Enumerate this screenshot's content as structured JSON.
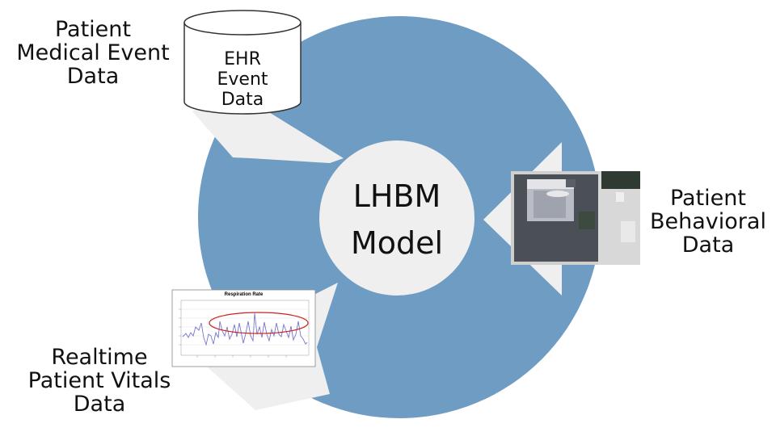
{
  "center": {
    "lines": [
      "LHBM",
      "Model"
    ]
  },
  "inputs": {
    "medical_event": {
      "lines": [
        "Patient",
        "Medical Event",
        "Data"
      ]
    },
    "ehr_database": {
      "lines": [
        "EHR",
        "Event",
        "Data"
      ]
    },
    "behavioral": {
      "lines": [
        "Patient",
        "Behavioral",
        "Data"
      ]
    },
    "vitals": {
      "lines": [
        "Realtime",
        "Patient Vitals",
        "Data"
      ]
    }
  },
  "vitals_chart": {
    "title": "Respiration Rate"
  },
  "colors": {
    "cycle_circle": "#6f9cc3",
    "center_circle": "#efefef",
    "arrow": "#efefef",
    "highlight_ellipse": "#cc2222",
    "chart_line": "#7777cc"
  }
}
